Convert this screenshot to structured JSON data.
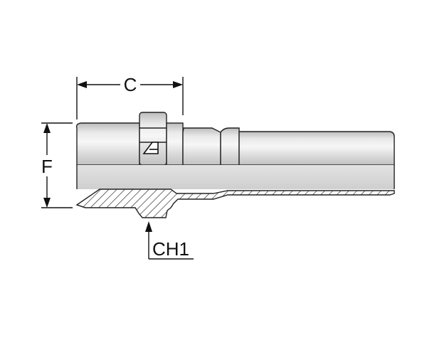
{
  "dimensions": {
    "c_label": "C",
    "f_label": "F",
    "ch1_label": "CH1"
  },
  "colors": {
    "body_fill": "#d4d4d4",
    "body_highlight": "#f2f2f2",
    "section_fill": "#ffffff",
    "outline": "#222222",
    "dimension_lines": "#111111"
  },
  "icons": {
    "logo": "triangle-brand-logo-icon"
  }
}
